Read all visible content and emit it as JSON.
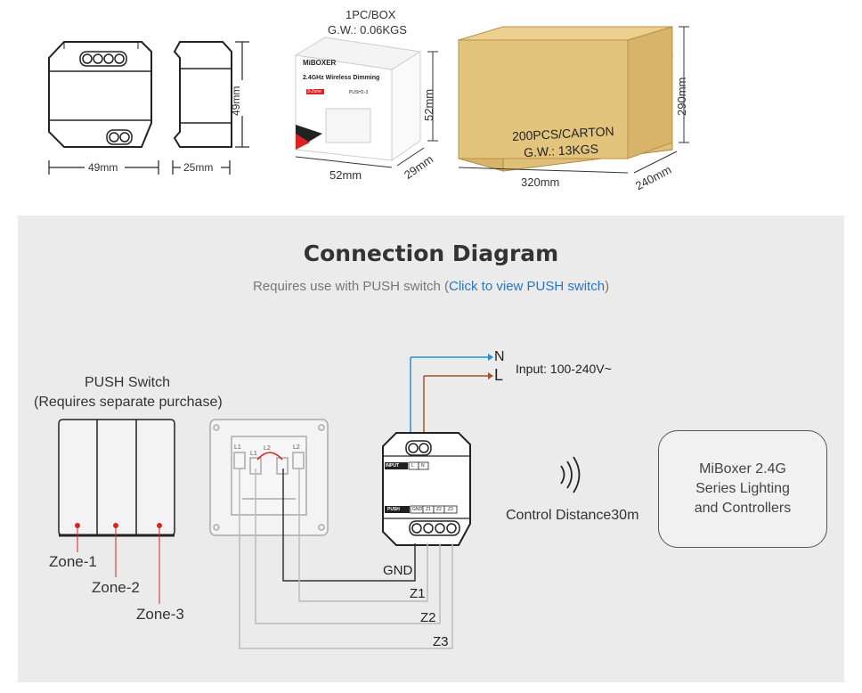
{
  "top": {
    "module_width": "49mm",
    "module_height": "49mm",
    "module_depth": "25mm",
    "box_label_1": "1PC/BOX",
    "box_label_2": "G.W.: 0.06KGS",
    "box_height": "52mm",
    "box_width": "52mm",
    "box_depth": "29mm",
    "box_brand": "MiBOXER",
    "box_product": "2.4GHz Wireless Dimming",
    "box_zone": "3-Zone",
    "box_model": "PUSH1-3",
    "carton_label_1": "200PCS/CARTON",
    "carton_label_2": "G.W.: 13KGS",
    "carton_width": "320mm",
    "carton_depth": "240mm",
    "carton_height": "290mm"
  },
  "diagram": {
    "title": "Connection Diagram",
    "subtitle_prefix": "Requires use with PUSH switch (",
    "subtitle_link": "Click to view PUSH switch",
    "subtitle_suffix": ")",
    "push_switch_title": "PUSH Switch",
    "push_switch_note": "(Requires separate purchase)",
    "zone_1": "Zone-1",
    "zone_2": "Zone-2",
    "zone_3": "Zone-3",
    "terminal_n": "N",
    "terminal_l": "L",
    "input_label": "Input: 100-240V~",
    "control_distance": "Control Distance30m",
    "controller_box": "MiBoxer 2.4G Series Lighting and Controllers",
    "wire_gnd": "GND",
    "wire_z1": "Z1",
    "wire_z2": "Z2",
    "wire_z3": "Z3",
    "module_input": "INPUT",
    "module_push": "PUSH",
    "module_l": "L",
    "module_n": "N",
    "module_gnd": "GND",
    "module_z1": "Z1",
    "module_z2": "Z2",
    "module_z3": "Z3",
    "switch_l1a": "L1",
    "switch_l2a": "L2",
    "switch_l1b": "L1",
    "switch_l2b": "L2"
  },
  "colors": {
    "wire_n": "#2a8fd0",
    "wire_l": "#a0522d",
    "link": "#2a76c6",
    "carton": "#e2c27a"
  }
}
